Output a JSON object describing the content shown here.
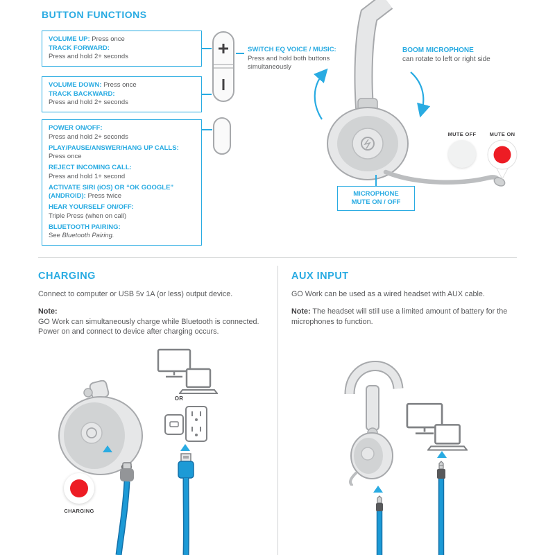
{
  "colors": {
    "accent": "#29abe2",
    "body_text": "#58595b",
    "dark_text": "#414042",
    "red": "#ed1c24",
    "cable_blue": "#1c9ad6",
    "cable_dark": "#1470a8",
    "line_gray": "#d1d3d4"
  },
  "button_functions": {
    "title": "BUTTON FUNCTIONS",
    "volume_up_box": {
      "l1_label": "VOLUME UP:",
      "l1_text": "Press once",
      "l2_label": "TRACK FORWARD:",
      "l2_text": "Press and hold 2+ seconds"
    },
    "volume_down_box": {
      "l1_label": "VOLUME DOWN:",
      "l1_text": "Press once",
      "l2_label": "TRACK BACKWARD:",
      "l2_text": "Press and hold 2+ seconds"
    },
    "power_box": {
      "items": [
        {
          "label": "POWER ON/OFF:",
          "text": "Press and hold 2+ seconds"
        },
        {
          "label": "PLAY/PAUSE/ANSWER/HANG UP CALLS:",
          "text": "Press once"
        },
        {
          "label": "REJECT INCOMING CALL:",
          "text": "Press and hold 1+ second"
        },
        {
          "label": "ACTIVATE SIRI (iOS) OR “OK GOOGLE” (ANDROID):",
          "text": "Press twice"
        },
        {
          "label": "HEAR YOURSELF ON/OFF:",
          "text": "Triple Press (when on call)"
        },
        {
          "label": "BLUETOOTH PAIRING:",
          "text_prefix": "See ",
          "text_italic": "Bluetooth Pairing."
        }
      ]
    },
    "switch_eq": {
      "label": "SWITCH EQ VOICE / MUSIC:",
      "text": "Press and hold both buttons simultaneously"
    },
    "boom_mic": {
      "label": "BOOM MICROPHONE",
      "text": "can rotate to left or right side"
    },
    "mute_off_label": "MUTE OFF",
    "mute_on_label": "MUTE ON",
    "mic_mute_line1": "MICROPHONE",
    "mic_mute_line2": "MUTE ON / OFF"
  },
  "charging": {
    "title": "CHARGING",
    "intro": "Connect to computer or USB 5v 1A (or less) output device.",
    "note_label": "Note:",
    "note_line1": "GO Work can simultaneously charge while Bluetooth is connected.",
    "note_line2": "Power on and connect to device after charging occurs.",
    "or_label": "OR",
    "indicator_label": "CHARGING"
  },
  "aux_input": {
    "title": "AUX INPUT",
    "intro": "GO Work can be used as a wired headset with AUX cable.",
    "note_label": "Note:",
    "note_text": "The headset will still use a limited amount of battery for the microphones to function."
  },
  "icons": {
    "volume_rocker": "volume rocker with + and − buttons",
    "power_button": "pill-shaped power button",
    "headset": "headset with boom microphone",
    "mute_off_indicator": "gray circle",
    "mute_on_indicator": "red dot pin pointing to mic tip",
    "rotation_arrows": "cyan curved arrows",
    "monitor": "desktop monitor",
    "laptop": "laptop",
    "outlet": "wall outlet with USB adapter",
    "usb_plug": "USB-A connector with blue cable",
    "micro_usb": "micro-USB connector with blue cable",
    "aux_plug": "3.5mm AUX plug with blue cable",
    "up_arrow": "cyan up arrow"
  }
}
